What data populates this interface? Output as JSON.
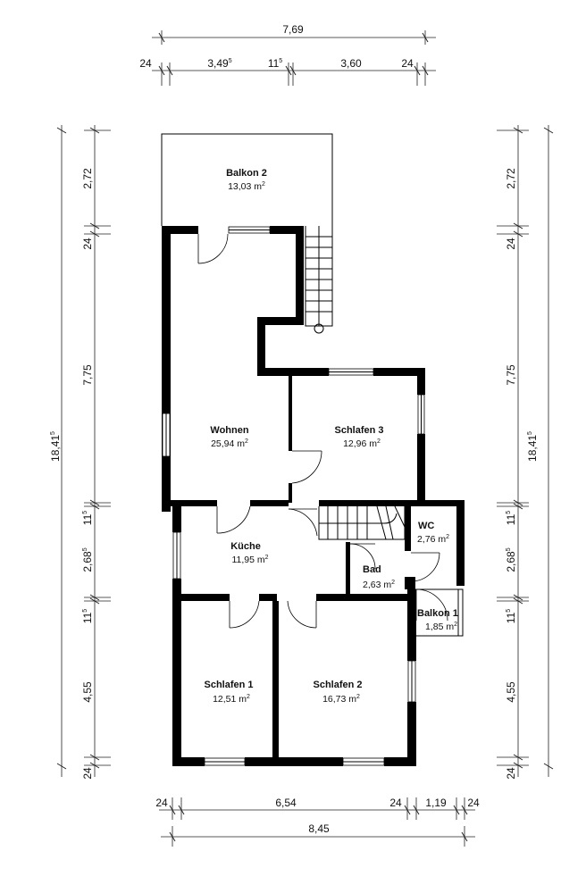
{
  "rooms": [
    {
      "id": "balkon2",
      "name": "Balkon 2",
      "area": "13,03 m",
      "unit_sup": "2"
    },
    {
      "id": "wohnen",
      "name": "Wohnen",
      "area": "25,94 m",
      "unit_sup": "2"
    },
    {
      "id": "schlafen3",
      "name": "Schlafen 3",
      "area": "12,96 m",
      "unit_sup": "2"
    },
    {
      "id": "kueche",
      "name": "Küche",
      "area": "11,95 m",
      "unit_sup": "2"
    },
    {
      "id": "wc",
      "name": "WC",
      "area": "2,76 m",
      "unit_sup": "2"
    },
    {
      "id": "bad",
      "name": "Bad",
      "area": "2,63 m",
      "unit_sup": "2"
    },
    {
      "id": "balkon1",
      "name": "Balkon 1",
      "area": "1,85 m",
      "unit_sup": "2"
    },
    {
      "id": "schlafen1",
      "name": "Schlafen 1",
      "area": "12,51 m",
      "unit_sup": "2"
    },
    {
      "id": "schlafen2",
      "name": "Schlafen 2",
      "area": "16,73 m",
      "unit_sup": "2"
    }
  ],
  "dimensions": {
    "top_overall": "7,69",
    "top_chain": [
      "24",
      "3,49",
      "5",
      "11",
      "5",
      "3,60",
      "24"
    ],
    "side_chain": [
      "2,72",
      "24",
      "7,75",
      "11",
      "5",
      "2,68",
      "5",
      "11",
      "5",
      "4,55",
      "24"
    ],
    "side_overall": [
      "18,41",
      "5"
    ],
    "bottom_chain": [
      "24",
      "6,54",
      "24",
      "1,19",
      "24"
    ],
    "bottom_overall": "8,45"
  }
}
